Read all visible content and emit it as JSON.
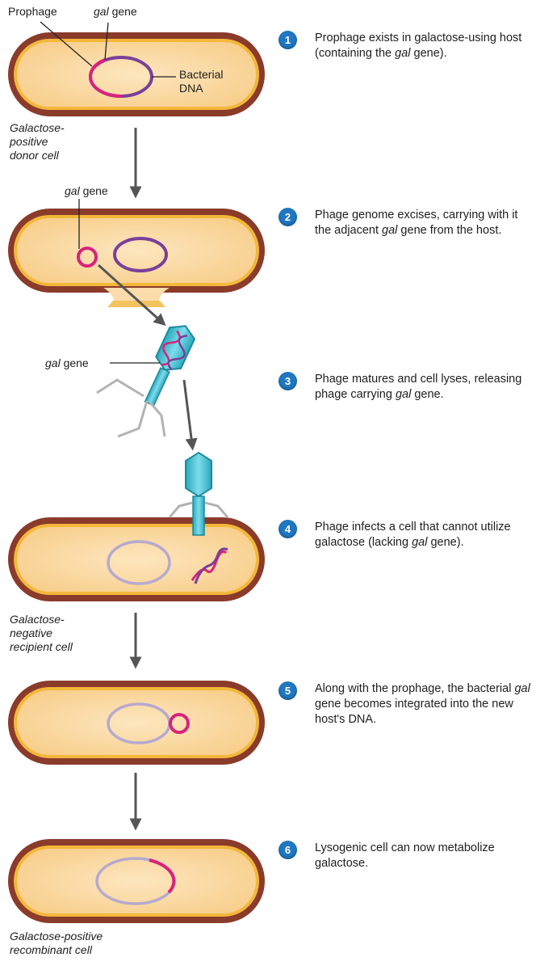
{
  "labels": {
    "prophage": "Prophage",
    "gal_word": "gal",
    "gene_word": " gene",
    "bacterial": "Bacterial",
    "dna": "DNA"
  },
  "cells": {
    "donor": [
      "Galactose-",
      "positive",
      "donor cell"
    ],
    "recipient": [
      "Galactose-",
      "negative",
      "recipient cell"
    ],
    "recombinant": [
      "Galactose-positive",
      "recombinant cell"
    ]
  },
  "steps": [
    {
      "number": "1",
      "parts": [
        "Prophage exists in galactose-using host (containing the ",
        "gal",
        " gene)."
      ]
    },
    {
      "number": "2",
      "parts": [
        "Phage genome excises, carrying with it the adjacent ",
        "gal",
        " gene from the host."
      ]
    },
    {
      "number": "3",
      "parts": [
        "Phage matures and cell lyses, releasing phage carrying ",
        "gal",
        " gene."
      ]
    },
    {
      "number": "4",
      "parts": [
        "Phage infects a cell that cannot utilize galactose (lacking ",
        "gal",
        " gene)."
      ]
    },
    {
      "number": "5",
      "parts": [
        "Along with the prophage, the bacterial ",
        "gal",
        " gene becomes integrated into the new host's DNA."
      ]
    },
    {
      "number": "6",
      "parts": [
        "Lysogenic cell can now metabolize galactose."
      ]
    }
  ],
  "colors": {
    "cell_wall": "#8a3b2a",
    "membrane": "#f3b73a",
    "cytoplasm": "#fbdcaa",
    "prophage_dna": "#d9227e",
    "bacterial_dna": "#7b3f98",
    "recipient_dna": "#b6a9cf",
    "phage": "#3fc1d4",
    "badge": "#1f78c1"
  }
}
